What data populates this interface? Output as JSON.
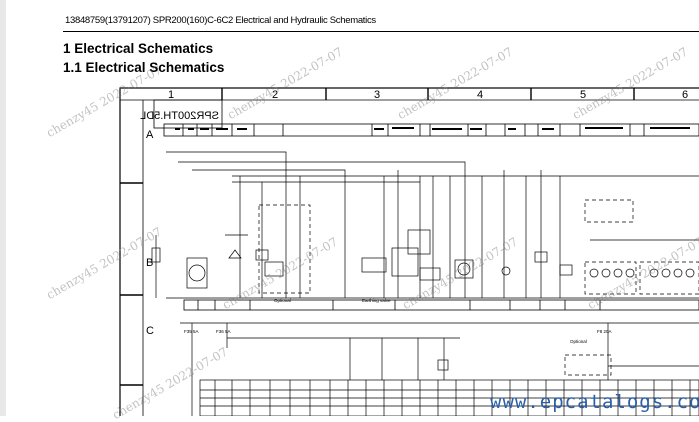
{
  "page": {
    "header": "13848759(13791207) SPR200(160)C-6C2 Electrical and Hydraulic Schematics",
    "heading1": "1 Electrical Schematics",
    "heading2": "1.1 Electrical Schematics"
  },
  "schematic": {
    "columns": [
      "1",
      "2",
      "3",
      "4",
      "5",
      "6"
    ],
    "rows": [
      "A",
      "B",
      "C"
    ],
    "model_box": "SPR200TH.5DL",
    "labels": {
      "optional": "Optional",
      "earthing_valve": "Earthing valve",
      "fuse_f35": "F35 5A",
      "fuse_f36": "F36 5A",
      "fuse_f8": "F8 20A",
      "optional_c": "Optional"
    }
  },
  "watermark": {
    "text": "chenzy45 2022-07-07",
    "site": "www.epcatalogs.com"
  }
}
